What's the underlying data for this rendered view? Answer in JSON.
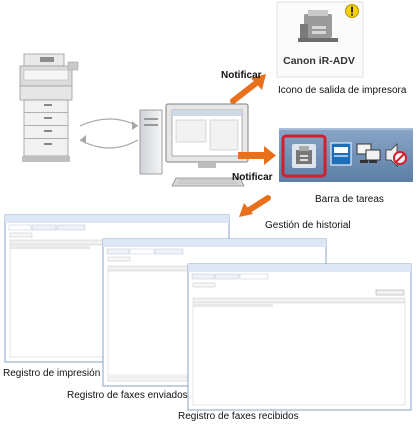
{
  "labels": {
    "printer_icon_name": "Canon iR-ADV",
    "notify_top": "Notificar",
    "notify_mid": "Notificar",
    "printer_output_icon": "Icono de salida de impresora",
    "taskbar": "Barra de tareas",
    "history": "Gestión de historial",
    "print_log": "Registro de impresión",
    "sent_fax_log": "Registro de faxes enviados",
    "received_fax_log": "Registro de faxes recibidos"
  },
  "colors": {
    "arrow": "#e8701a",
    "alert": "#f5d200",
    "taskbar_bg": "#6f8fb5",
    "highlight": "#d21f2b",
    "window_border": "#8aa3c8",
    "window_title": "#dce6f4"
  },
  "icons": {
    "printer_output": "printer-icon",
    "alert": "exclamation-icon",
    "taskbar_items": [
      "printer-icon",
      "window-icon",
      "network-icon",
      "speaker-muted-icon"
    ]
  }
}
